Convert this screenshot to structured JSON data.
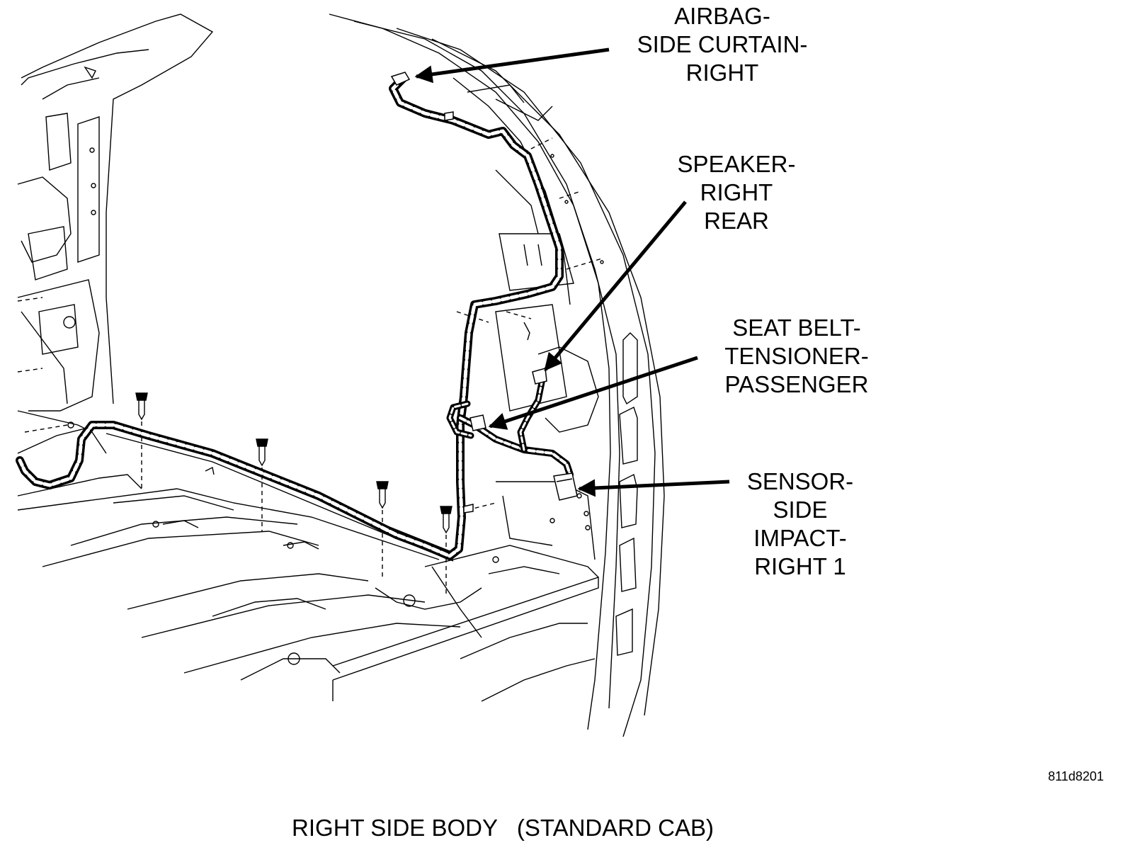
{
  "labels": {
    "airbag": [
      "AIRBAG-",
      "SIDE CURTAIN-",
      "RIGHT"
    ],
    "speaker": [
      "SPEAKER-",
      "RIGHT",
      "REAR"
    ],
    "seatbelt": [
      "SEAT BELT-",
      "TENSIONER-",
      "PASSENGER"
    ],
    "sensor": [
      "SENSOR-",
      "SIDE",
      "IMPACT-",
      "RIGHT 1"
    ]
  },
  "figure_id": "811d8201",
  "caption": "RIGHT SIDE BODY   (STANDARD CAB)",
  "colors": {
    "line": "#000000",
    "background": "#ffffff"
  }
}
